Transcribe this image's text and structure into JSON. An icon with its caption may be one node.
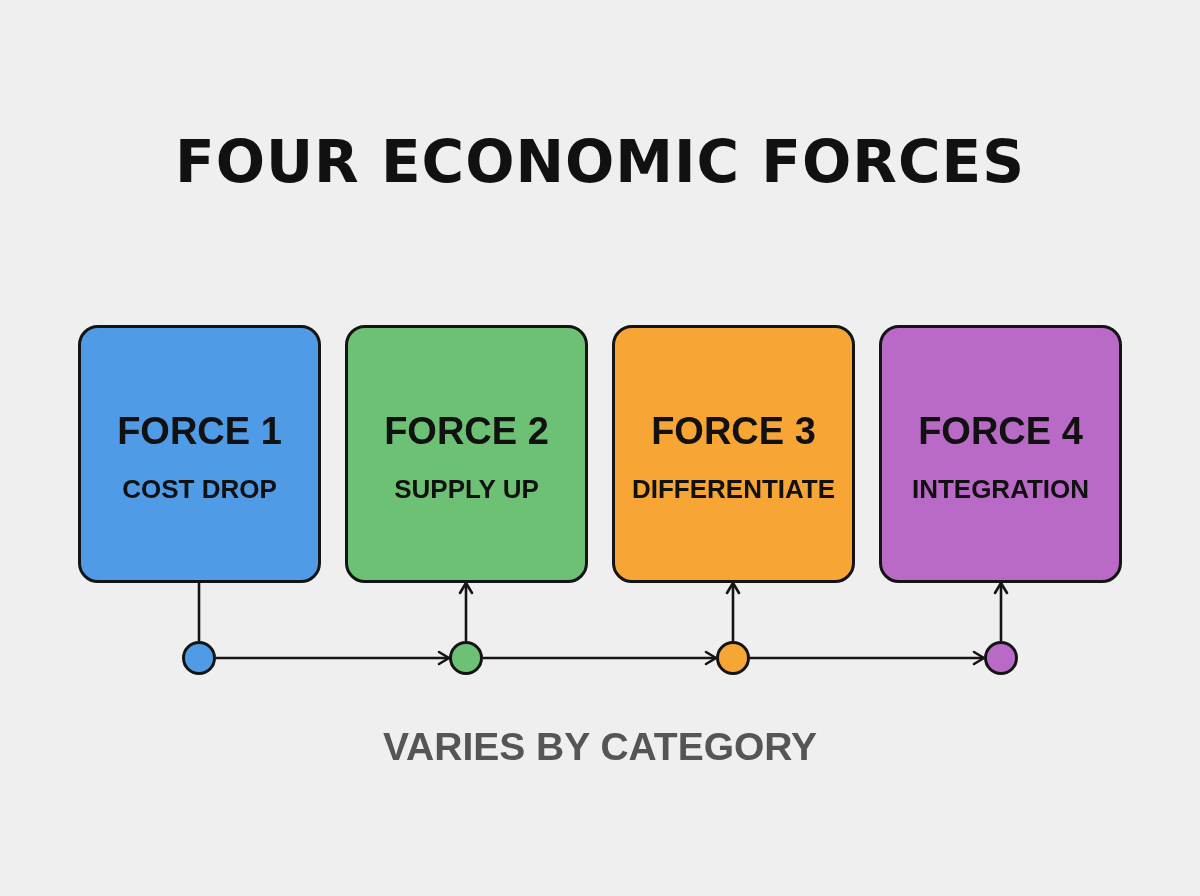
{
  "diagram": {
    "title": "FOUR ECONOMIC FORCES",
    "nodes": [
      {
        "text": [
          "FORCE 1",
          "COST DROP"
        ]
      },
      {
        "text": [
          "FORCE 2",
          "SUPPLY UP"
        ]
      },
      {
        "text": [
          "FORCE 3",
          "DIFFERENTIATE"
        ]
      },
      {
        "text": [
          "FORCE 4",
          "INTEGRATION"
        ]
      },
      {
        "text": [],
        "shape": "circle"
      },
      {
        "text": [],
        "shape": "circle"
      },
      {
        "text": [],
        "shape": "circle"
      },
      {
        "text": [],
        "shape": "circle"
      }
    ],
    "edges": [
      {
        "from": 0,
        "to": 4,
        "arrow": "none"
      },
      {
        "from": 4,
        "to": 5,
        "arrow": "to"
      },
      {
        "from": 5,
        "to": 1,
        "arrow": "to"
      },
      {
        "from": 5,
        "to": 6,
        "arrow": "to"
      },
      {
        "from": 6,
        "to": 2,
        "arrow": "to"
      },
      {
        "from": 6,
        "to": 7,
        "arrow": "to"
      },
      {
        "from": 7,
        "to": 3,
        "arrow": "to"
      }
    ],
    "labels": [
      "VARIES BY CATEGORY"
    ]
  }
}
